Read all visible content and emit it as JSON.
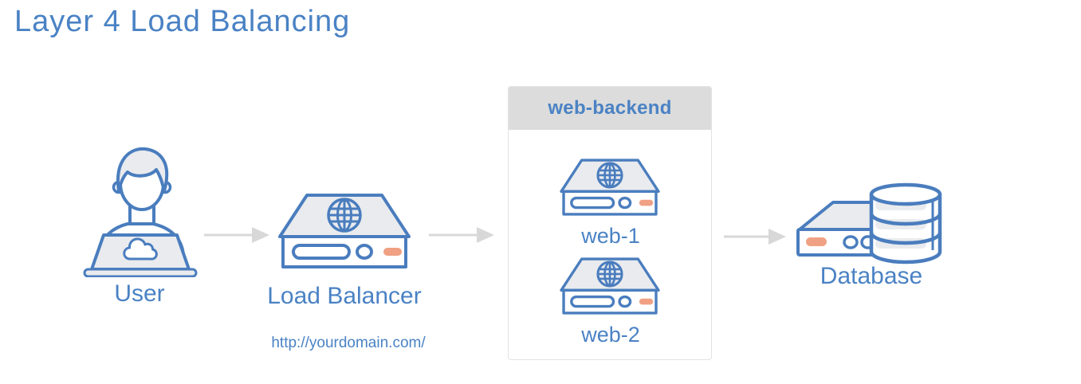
{
  "title": "Layer 4 Load Balancing",
  "diagram": {
    "user": {
      "label": "User"
    },
    "load_balancer": {
      "label": "Load Balancer",
      "url": "http://yourdomain.com/"
    },
    "backend_group": {
      "label": "web-backend",
      "servers": [
        {
          "label": "web-1"
        },
        {
          "label": "web-2"
        }
      ]
    },
    "database": {
      "label": "Database"
    },
    "flow": [
      "User",
      "Load Balancer",
      "web-backend",
      "Database"
    ]
  },
  "colors": {
    "text_blue": "#4a82c4",
    "stroke_blue": "#4a7dbe",
    "fill_gray": "#e9ebee",
    "accent_orange": "#f0a183",
    "arrow_gray": "#d8d8d8",
    "group_header_gray": "#dcdcdc",
    "group_border": "#e2e2e2"
  }
}
